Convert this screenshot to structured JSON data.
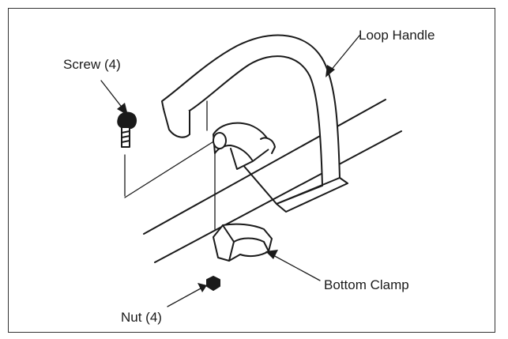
{
  "labels": {
    "loop_handle": "Loop Handle",
    "screw": "Screw (4)",
    "bottom_clamp": "Bottom Clamp",
    "nut": "Nut (4)"
  },
  "colors": {
    "line": "#1a1a1a",
    "fill": "#ffffff",
    "border": "#333333"
  }
}
